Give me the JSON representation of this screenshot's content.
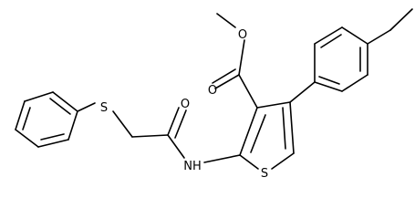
{
  "molecule": {
    "atoms": {
      "ester_o_single": "O",
      "ester_o_double": "O",
      "amide_o": "O",
      "sulfur_thioether": "S",
      "amide_nh": "NH",
      "sulfur_ring": "S"
    },
    "colors": {
      "bond": "#000000",
      "label": "#000000",
      "background": "#ffffff"
    }
  }
}
